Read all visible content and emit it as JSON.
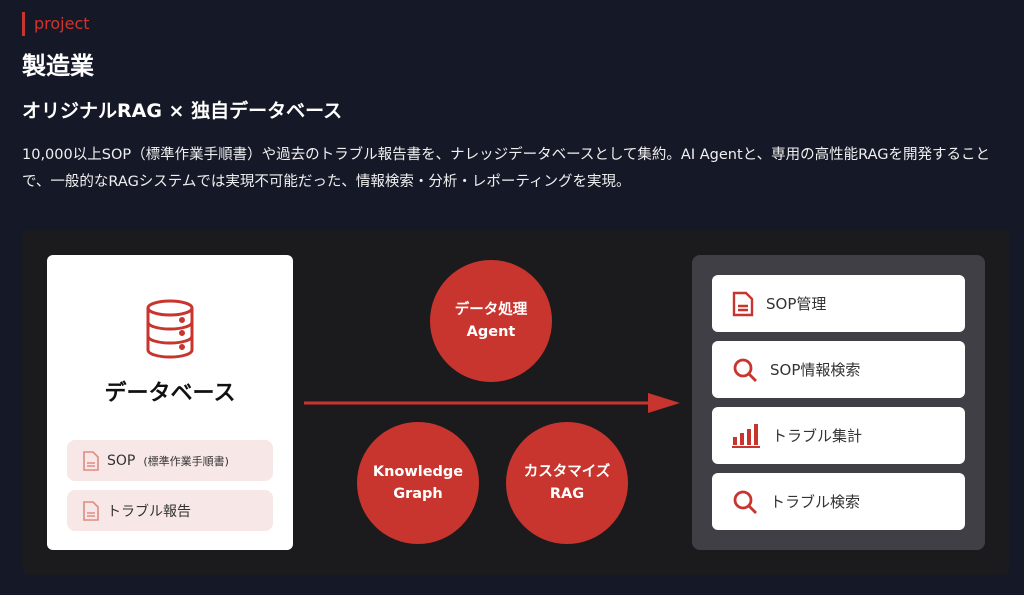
{
  "header": {
    "tag": "project",
    "title": "製造業",
    "subtitle": "オリジナルRAG × 独自データベース",
    "description": "10,000以上SOP（標準作業手順書）や過去のトラブル報告書を、ナレッジデータベースとして集約。AI Agentと、専用の高性能RAGを開発することで、一般的なRAGシステムでは実現不可能だった、情報検索・分析・レポーティングを実現。"
  },
  "diagram": {
    "database": {
      "title": "データベース",
      "sources": [
        {
          "label": "SOP",
          "note": "(標準作業手順書)"
        },
        {
          "label": "トラブル報告",
          "note": ""
        }
      ]
    },
    "processes": [
      "データ処理\nAgent",
      "Knowledge\nGraph",
      "カスタマイズ\nRAG"
    ],
    "outputs": [
      {
        "label": "SOP管理",
        "icon": "document-icon"
      },
      {
        "label": "SOP情報検索",
        "icon": "search-icon"
      },
      {
        "label": "トラブル集計",
        "icon": "bar-chart-icon"
      },
      {
        "label": "トラブル検索",
        "icon": "search-icon"
      }
    ]
  },
  "colors": {
    "accent": "#c8352e",
    "background": "#151826"
  }
}
